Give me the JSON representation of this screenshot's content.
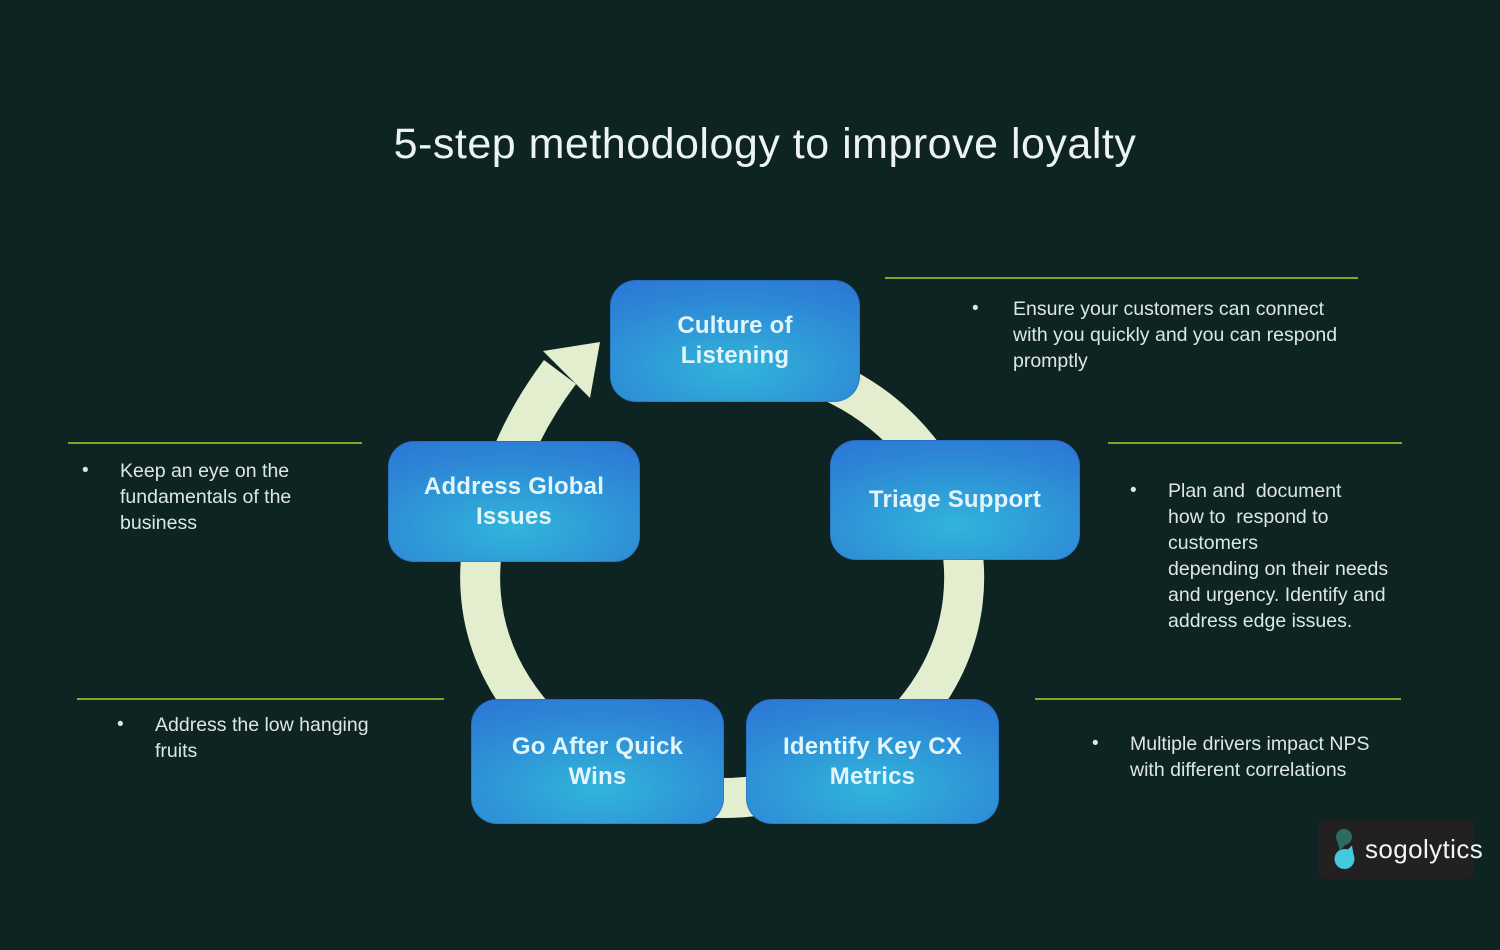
{
  "title": "5-step methodology to improve loyalty",
  "bullet_char": "•",
  "steps": {
    "culture": {
      "label": "Culture of\nListening"
    },
    "triage": {
      "label": "Triage Support"
    },
    "identify": {
      "label": "Identify Key CX\nMetrics"
    },
    "quick_wins": {
      "label": "Go After Quick\nWins"
    },
    "global": {
      "label": "Address Global\nIssues"
    }
  },
  "notes": {
    "culture": {
      "text": "Ensure your customers can connect\nwith you quickly and you can respond\npromptly"
    },
    "triage": {
      "text": "Plan and  document\nhow to  respond to customers\ndepending on their needs\nand urgency. Identify and\naddress edge issues."
    },
    "global": {
      "text": "Keep an eye on the\nfundamentals of the\nbusiness"
    },
    "quick_wins": {
      "text": "Address the low hanging\nfruits"
    },
    "identify": {
      "text": "Multiple drivers impact NPS\nwith different correlations"
    }
  },
  "logo": {
    "text": "sogolytics"
  },
  "colors": {
    "background": "#0d2422",
    "title_text": "#ecf3f1",
    "note_text": "#dde6e3",
    "underline_green": "#7ea72b",
    "ring": "#e3eecf",
    "box_gradient_outer": "#2b63d4",
    "box_gradient_inner": "#31b5da",
    "box_text": "#e2f5fc",
    "logo_background": "#232021",
    "logo_icon_top": "#2c6b5f",
    "logo_icon_bottom": "#45c9df",
    "logo_text": "#f4f4f4"
  }
}
